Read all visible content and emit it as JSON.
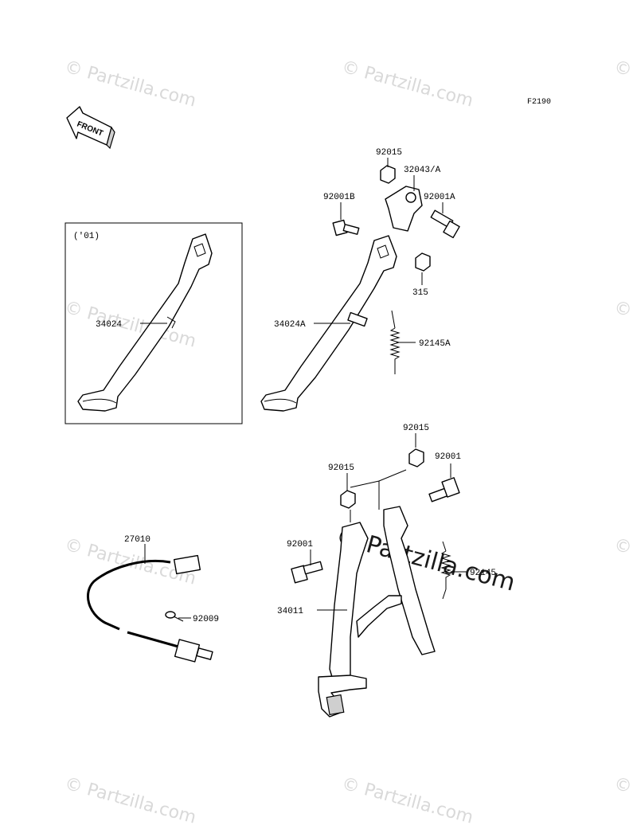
{
  "figure_code": "F2190",
  "front_label": "FRONT",
  "inset_label": "('01)",
  "watermark": "© Partzilla.com",
  "colors": {
    "line": "#000000",
    "watermark": "#d9d9d9",
    "background": "#ffffff"
  },
  "parts": [
    {
      "key": "p92015a",
      "number": "92015"
    },
    {
      "key": "p32043",
      "number": "32043/A"
    },
    {
      "key": "p92001b",
      "number": "92001B"
    },
    {
      "key": "p92001a",
      "number": "92001A"
    },
    {
      "key": "p315",
      "number": "315"
    },
    {
      "key": "p34024",
      "number": "34024"
    },
    {
      "key": "p34024a",
      "number": "34024A"
    },
    {
      "key": "p92145a",
      "number": "92145A"
    },
    {
      "key": "p92015b",
      "number": "92015"
    },
    {
      "key": "p92001",
      "number": "92001"
    },
    {
      "key": "p92015c",
      "number": "92015"
    },
    {
      "key": "p92001c",
      "number": "92001"
    },
    {
      "key": "p92145",
      "number": "92145"
    },
    {
      "key": "p34011",
      "number": "34011"
    },
    {
      "key": "p27010",
      "number": "27010"
    },
    {
      "key": "p92009",
      "number": "92009"
    }
  ]
}
